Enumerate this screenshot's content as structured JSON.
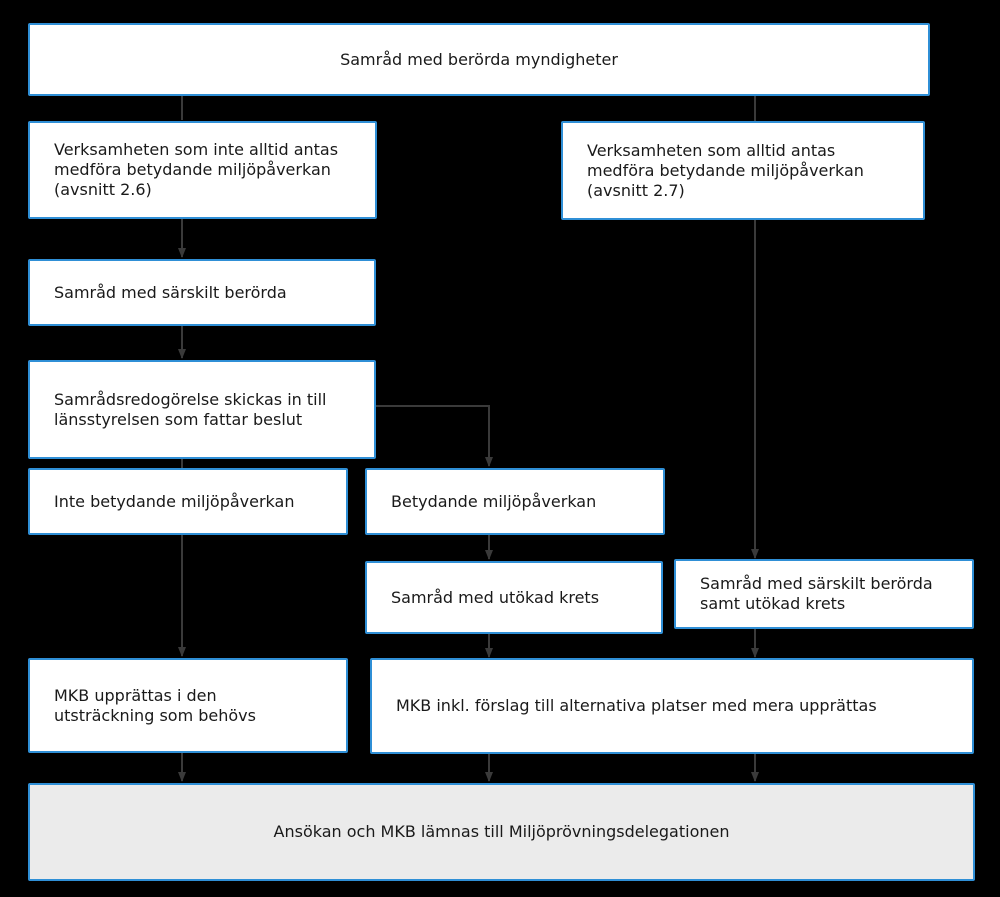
{
  "nodes": {
    "consult_authorities": "Samråd med berörda myndigheter",
    "not_always_significant": "Verksamheten som inte alltid antas\nmedföra betydande miljöpåverkan\n(avsnitt 2.6)",
    "always_significant": "Verksamheten som alltid antas\nmedföra betydande miljöpåverkan\n(avsnitt 2.7)",
    "consult_specially_affected": "Samråd med särskilt berörda",
    "consultation_report": "Samrådsredogörelse skickas in till\nlänsstyrelsen som fattar beslut",
    "not_significant": "Inte betydande miljöpåverkan",
    "significant": "Betydande miljöpåverkan",
    "consult_extended": "Samråd med utökad krets",
    "consult_specially_and_extended": "Samråd med särskilt berörda\nsamt utökad krets",
    "mkb_as_needed": "MKB upprättas i den\nutsträckning som behövs",
    "mkb_with_alternatives": "MKB inkl. förslag till alternativa platser med mera upprättas",
    "submit_application": "Ansökan och MKB lämnas till Miljöprövningsdelegationen"
  },
  "colors": {
    "background": "#000000",
    "box_border": "#2f8fd6",
    "box_fill": "#ffffff",
    "final_fill": "#ebebeb",
    "connector": "#3a3a3a"
  }
}
